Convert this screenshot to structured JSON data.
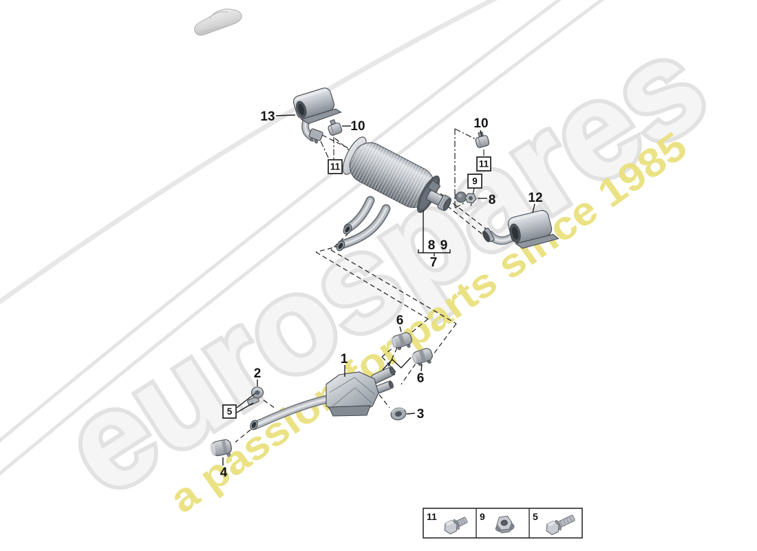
{
  "watermark": {
    "brand": "eurospares",
    "tagline": "a passion for parts since 1985",
    "brand_fill": "#f5f5f5",
    "brand_outline": "#e2e2e2",
    "tagline_color": "#e9e07a"
  },
  "callouts": {
    "c1": "1",
    "c2": "2",
    "c3": "3",
    "c4": "4",
    "b5": "5",
    "c6a": "6",
    "c6b": "6",
    "c7": "7",
    "c8": "8",
    "c8b": "8",
    "c9b": "9",
    "b9": "9",
    "c10L": "10",
    "c10R": "10",
    "b11L": "11",
    "b11R": "11",
    "c12": "12",
    "c13": "13"
  },
  "legend": {
    "items": [
      {
        "ref": "11",
        "icon": "hex-bolt-icon"
      },
      {
        "ref": "9",
        "icon": "flange-nut-icon"
      },
      {
        "ref": "5",
        "icon": "hex-bolt-long-icon"
      }
    ]
  }
}
